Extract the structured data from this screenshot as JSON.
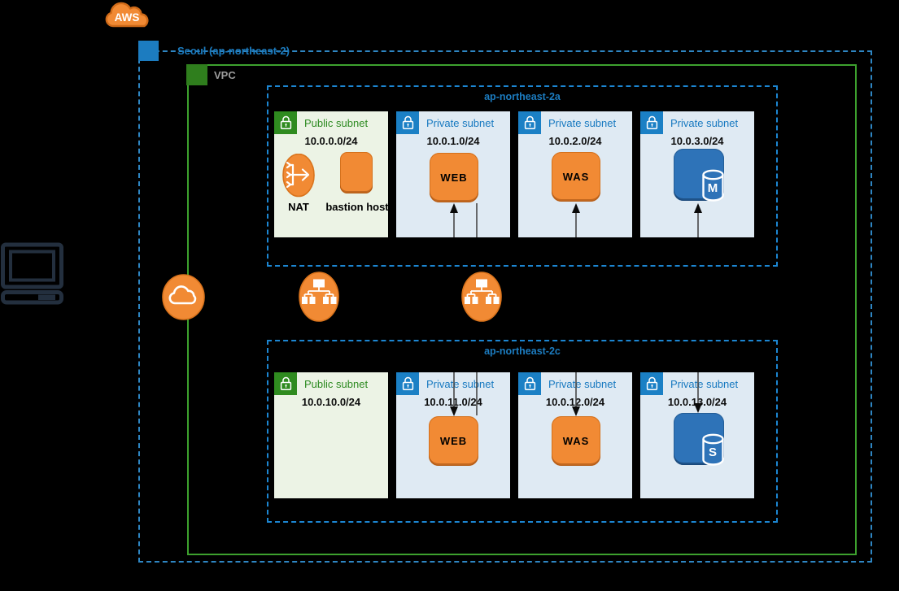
{
  "aws": {
    "label": "AWS"
  },
  "region": {
    "label": "Seoul (ap-northeast-2)"
  },
  "vpc": {
    "label": "VPC"
  },
  "availability_zones": [
    {
      "label": "ap-northeast-2a",
      "subnets": [
        {
          "type": "public",
          "title": "Public subnet",
          "cidr": "10.0.0.0/24",
          "resources": [
            {
              "kind": "nat-gateway",
              "label": "NAT"
            },
            {
              "kind": "ec2-instance",
              "label": "bastion host"
            }
          ]
        },
        {
          "type": "private",
          "title": "Private subnet",
          "cidr": "10.0.1.0/24",
          "resources": [
            {
              "kind": "ec2-instance",
              "label": "WEB"
            }
          ]
        },
        {
          "type": "private",
          "title": "Private subnet",
          "cidr": "10.0.2.0/24",
          "resources": [
            {
              "kind": "ec2-instance",
              "label": "WAS"
            }
          ]
        },
        {
          "type": "private",
          "title": "Private subnet",
          "cidr": "10.0.3.0/24",
          "resources": [
            {
              "kind": "rds-database",
              "label": "M"
            }
          ]
        }
      ]
    },
    {
      "label": "ap-northeast-2c",
      "subnets": [
        {
          "type": "public",
          "title": "Public subnet",
          "cidr": "10.0.10.0/24",
          "resources": []
        },
        {
          "type": "private",
          "title": "Private subnet",
          "cidr": "10.0.11.0/24",
          "resources": [
            {
              "kind": "ec2-instance",
              "label": "WEB"
            }
          ]
        },
        {
          "type": "private",
          "title": "Private subnet",
          "cidr": "10.0.12.0/24",
          "resources": [
            {
              "kind": "ec2-instance",
              "label": "WAS"
            }
          ]
        },
        {
          "type": "private",
          "title": "Private subnet",
          "cidr": "10.0.13.0/24",
          "resources": [
            {
              "kind": "rds-database",
              "label": "S"
            }
          ]
        }
      ]
    }
  ],
  "edge_nodes": {
    "client": {
      "kind": "client-computer"
    },
    "internet_gateway": {
      "kind": "internet-gateway"
    },
    "load_balancers": [
      {
        "kind": "elastic-load-balancer"
      },
      {
        "kind": "elastic-load-balancer"
      }
    ]
  },
  "colors": {
    "background": "#000000",
    "region_blue": "#1c7cc0",
    "az_border_blue": "#1c86d2",
    "vpc_green": "#3da12e",
    "public_subnet_bg": "#ecf3e5",
    "private_subnet_bg": "#dfeaf3",
    "public_green": "#2f8b1f",
    "private_blue": "#1b80c5",
    "aws_orange": "#f18a34",
    "rds_blue": "#2e73b8",
    "arrow_black": "#0a0a0a"
  }
}
